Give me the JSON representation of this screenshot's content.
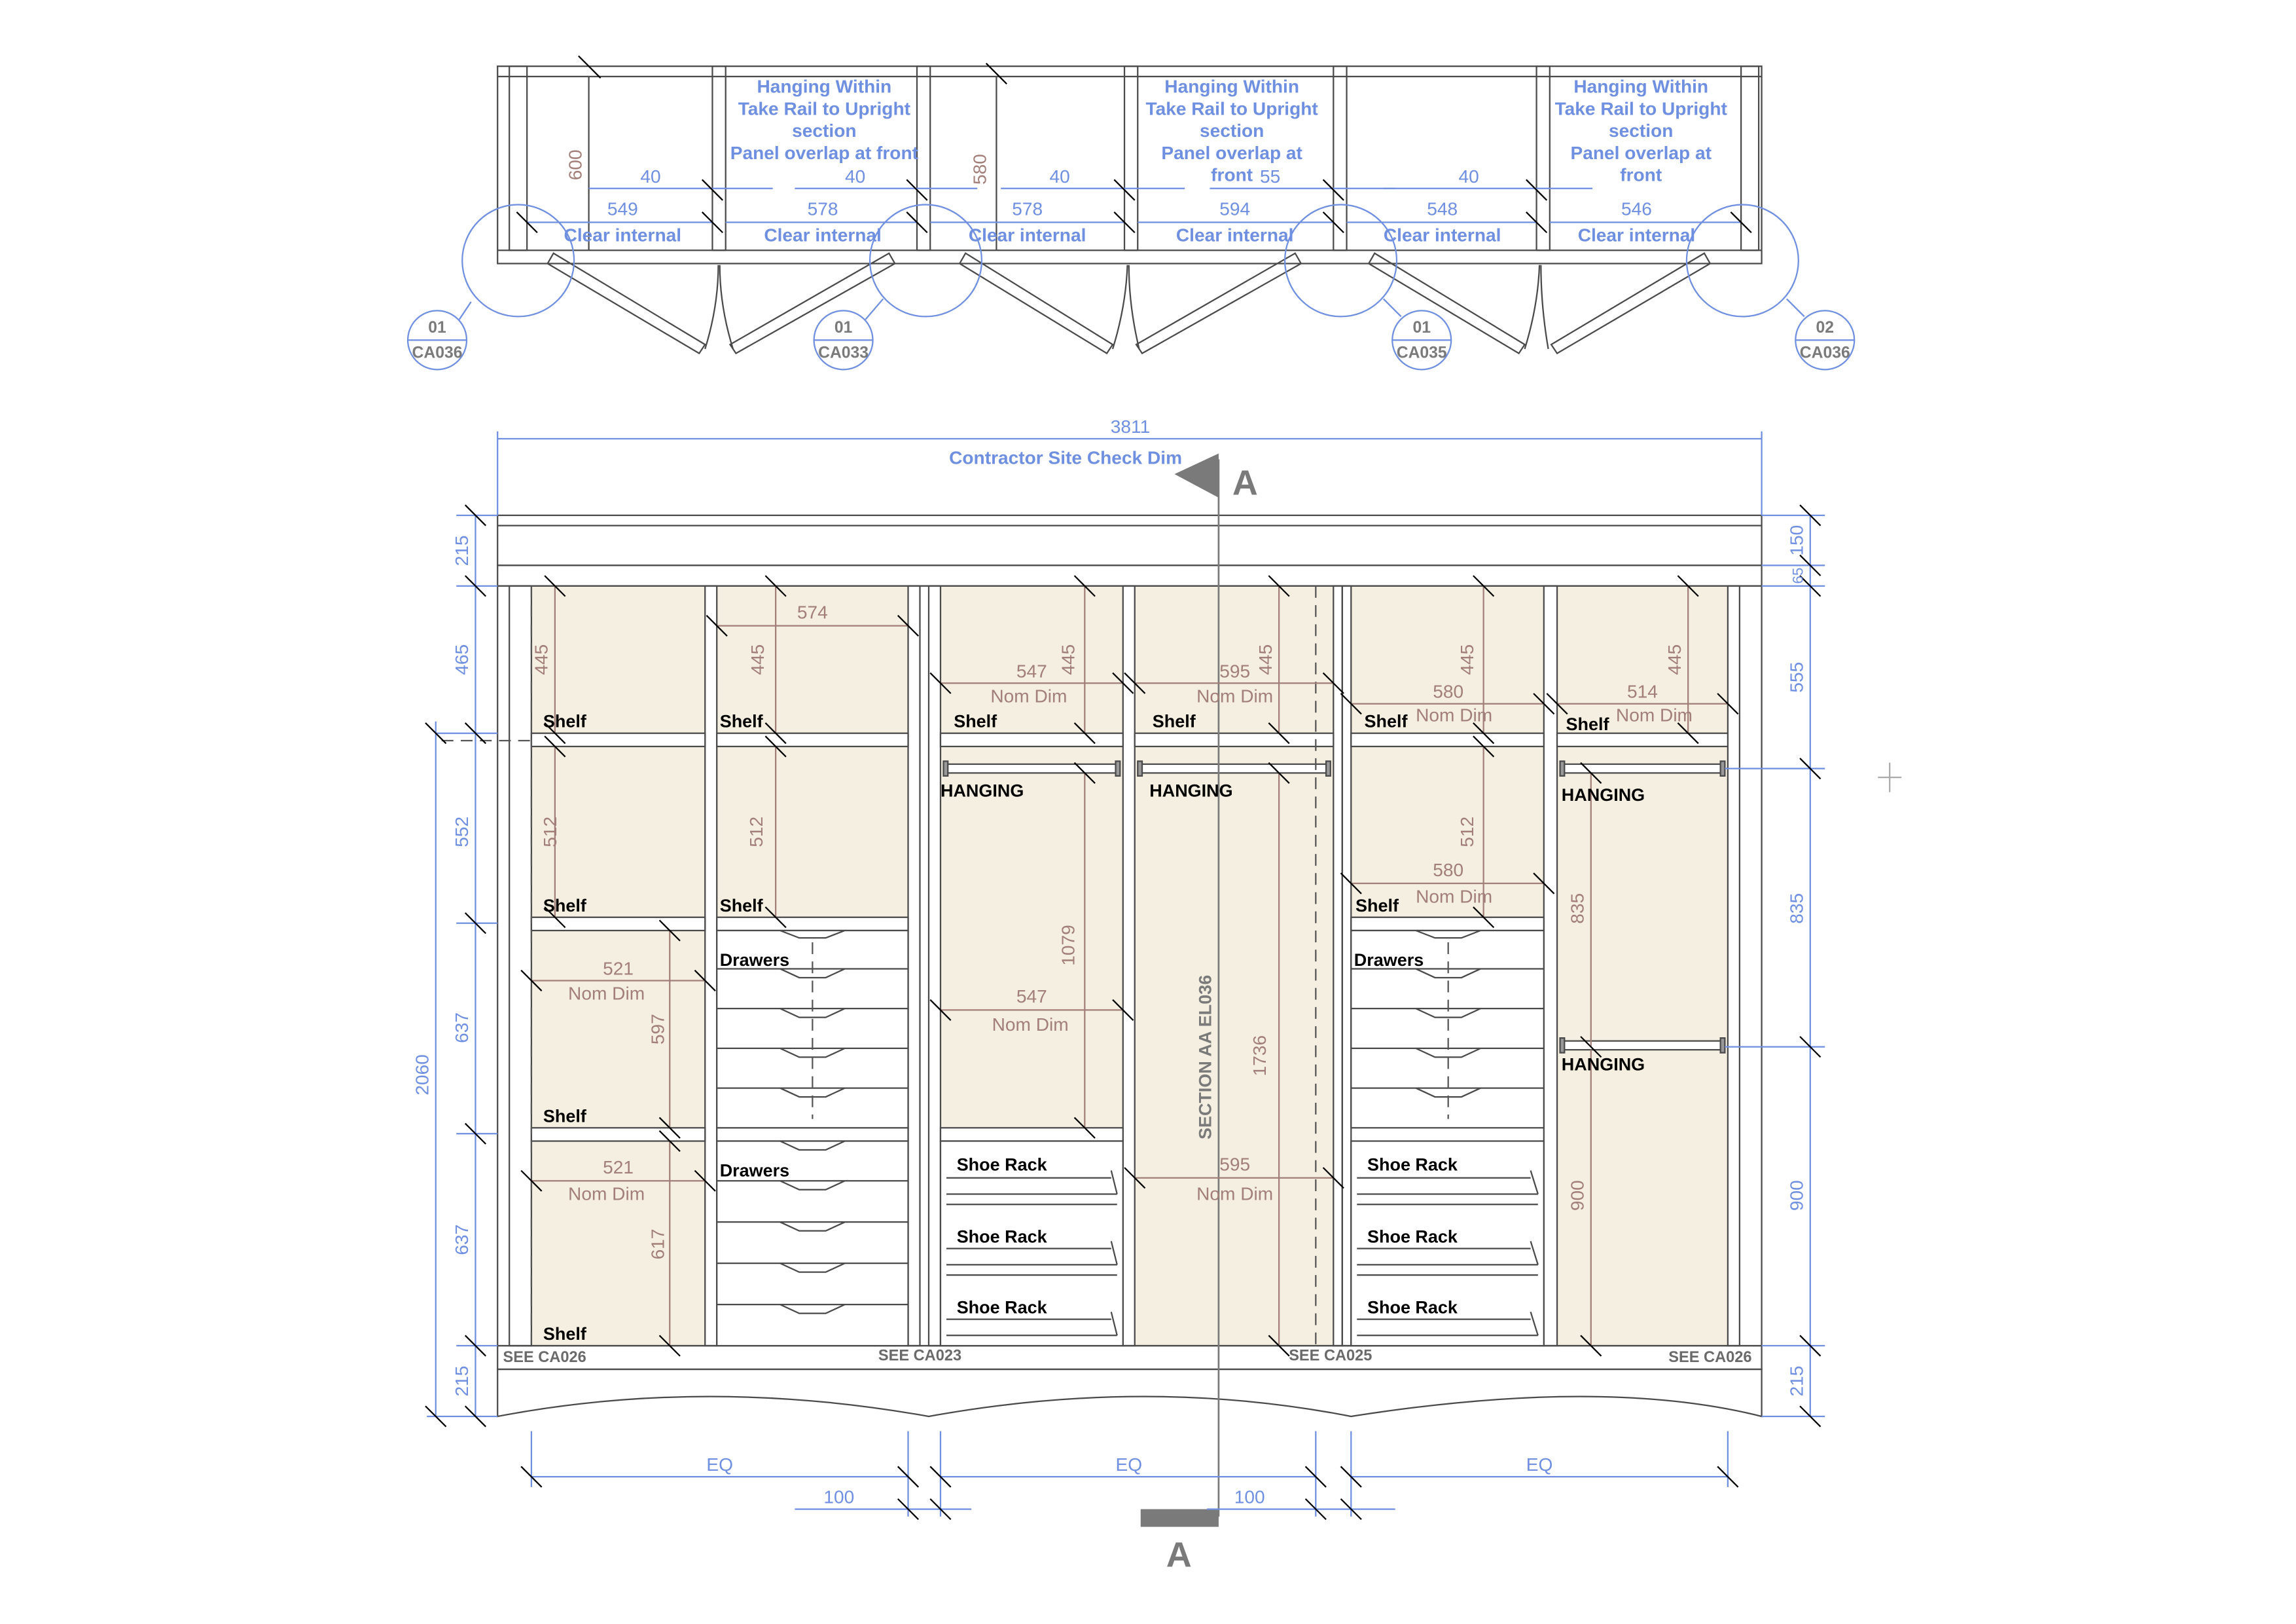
{
  "plan": {
    "bay_dims": [
      {
        "dim": "549",
        "label": "Clear internal",
        "gap": "40"
      },
      {
        "dim": "578",
        "label": "Clear internal",
        "gap": "40"
      },
      {
        "dim": "578",
        "label": "Clear internal",
        "gap": "40"
      },
      {
        "dim": "594",
        "label": "Clear internal",
        "gap": "55"
      },
      {
        "dim": "548",
        "label": "Clear internal",
        "gap": "40"
      },
      {
        "dim": "546",
        "label": "Clear internal",
        "gap": ""
      }
    ],
    "depth_dims": [
      "600",
      "580"
    ],
    "notes": [
      [
        "Hanging Within",
        "Take Rail to Upright",
        "section",
        "Panel overlap at front"
      ],
      [
        "Hanging Within",
        "Take Rail to Upright",
        "section",
        "Panel overlap at",
        "front"
      ],
      [
        "Hanging Within",
        "Take Rail to Upright",
        "section",
        "Panel overlap at",
        "front"
      ]
    ],
    "callouts": [
      {
        "num": "01",
        "ref": "CA036"
      },
      {
        "num": "01",
        "ref": "CA033"
      },
      {
        "num": "01",
        "ref": "CA035"
      },
      {
        "num": "02",
        "ref": "CA036"
      }
    ]
  },
  "elevation": {
    "overall_width": "3811",
    "site_check": "Contractor Site Check Dim",
    "section_marker": "A",
    "section_label": "SECTION AA EL036",
    "left_dims": [
      "215",
      "465",
      "552",
      "637",
      "637",
      "215"
    ],
    "overall_height": "2060",
    "right_dims": [
      "150",
      "65",
      "555",
      "835",
      "900",
      "215"
    ],
    "bottom_dims": [
      "EQ",
      "EQ",
      "EQ",
      "100",
      "100"
    ],
    "see_refs": [
      "SEE CA026",
      "SEE CA023",
      "SEE CA025",
      "SEE CA026"
    ],
    "labels": {
      "shelf": "Shelf",
      "drawers": "Drawers",
      "hanging": "HANGING",
      "shoe_rack": "Shoe Rack",
      "nom_dim": "Nom Dim"
    },
    "interior_dims": {
      "bay1": [
        "445",
        "512",
        "521",
        "597",
        "521",
        "617"
      ],
      "bay2": [
        "574",
        "445",
        "512"
      ],
      "bay3": [
        "547",
        "445",
        "1079",
        "547"
      ],
      "bay4": [
        "595",
        "445",
        "1736",
        "595"
      ],
      "bay5": [
        "580",
        "445",
        "512",
        "580"
      ],
      "bay6": [
        "514",
        "445",
        "835",
        "900"
      ]
    }
  },
  "colors": {
    "fill": "#f4efe0",
    "dimension_blue": "#6f8fe0",
    "dimension_brown": "#a27f78",
    "line": "#4a4a4a"
  }
}
